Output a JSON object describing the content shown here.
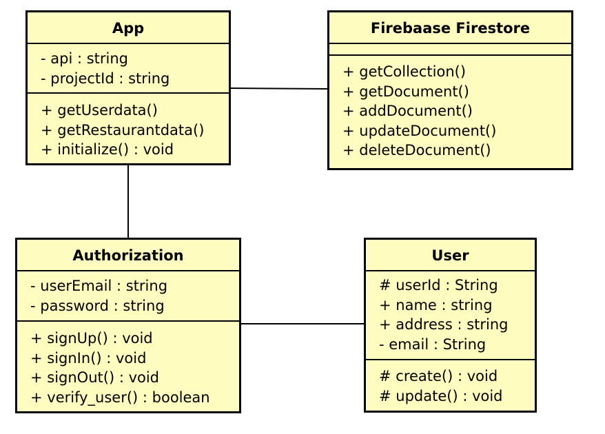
{
  "diagram": {
    "classes": {
      "app": {
        "name": "App",
        "attributes": [
          "- api : string",
          "- projectId : string"
        ],
        "methods": [
          "+ getUserdata()",
          "+ getRestaurantdata()",
          "+ initialize() : void"
        ]
      },
      "firestore": {
        "name": "Firebaase Firestore",
        "attributes": [],
        "methods": [
          "+ getCollection()",
          "+ getDocument()",
          "+ addDocument()",
          "+ updateDocument()",
          "+ deleteDocument()"
        ]
      },
      "authorization": {
        "name": "Authorization",
        "attributes": [
          "- userEmail : string",
          "- password : string"
        ],
        "methods": [
          "+ signUp() : void",
          "+ signIn() : void",
          "+ signOut() : void",
          "+ verify_user() : boolean"
        ]
      },
      "user": {
        "name": "User",
        "attributes": [
          "# userId : String",
          "+ name : string",
          "+ address : string",
          "- email : String"
        ],
        "methods": [
          "# create() : void",
          "# update() : void"
        ]
      }
    },
    "colors": {
      "class_fill": "#fffdc0",
      "border": "#000000"
    }
  }
}
